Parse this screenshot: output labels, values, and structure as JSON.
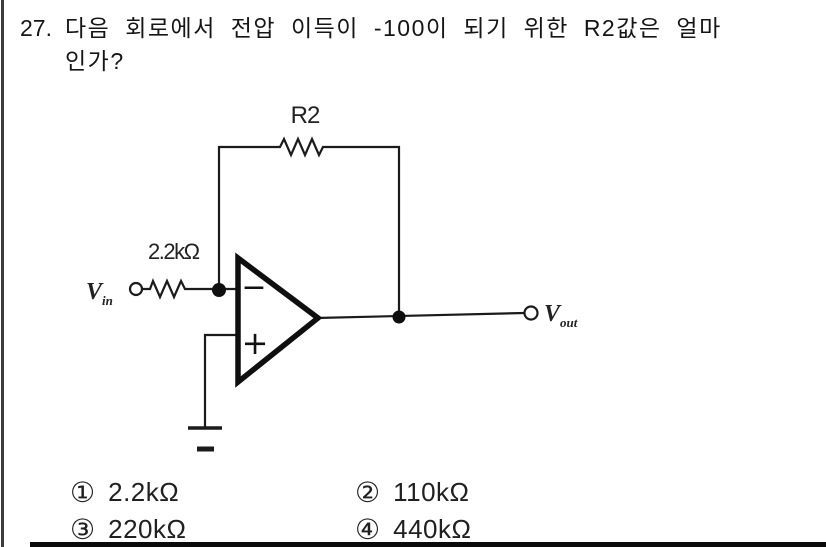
{
  "question": {
    "number": "27.",
    "text_line1": "다음 회로에서 전압 이득이 -100이 되기 위한 R2값은 얼마",
    "text_line2": "인가?"
  },
  "circuit": {
    "feedback_resistor_label": "R2",
    "input_resistor_label": "2.2kΩ",
    "input_terminal": {
      "label_main": "V",
      "label_sub": "in"
    },
    "output_terminal": {
      "label_main": "V",
      "label_sub": "out"
    },
    "opamp": {
      "inverting_input": "−",
      "noninverting_input": "+"
    }
  },
  "choices": [
    {
      "marker": "①",
      "label": "2.2kΩ"
    },
    {
      "marker": "②",
      "label": "110kΩ"
    },
    {
      "marker": "③",
      "label": "220kΩ"
    },
    {
      "marker": "④",
      "label": "440kΩ"
    }
  ],
  "colors": {
    "ink": "#1b1b1b",
    "left_border": "#3c3c3c",
    "bottom_bar": "#0a0a0a",
    "background": "#ffffff"
  }
}
